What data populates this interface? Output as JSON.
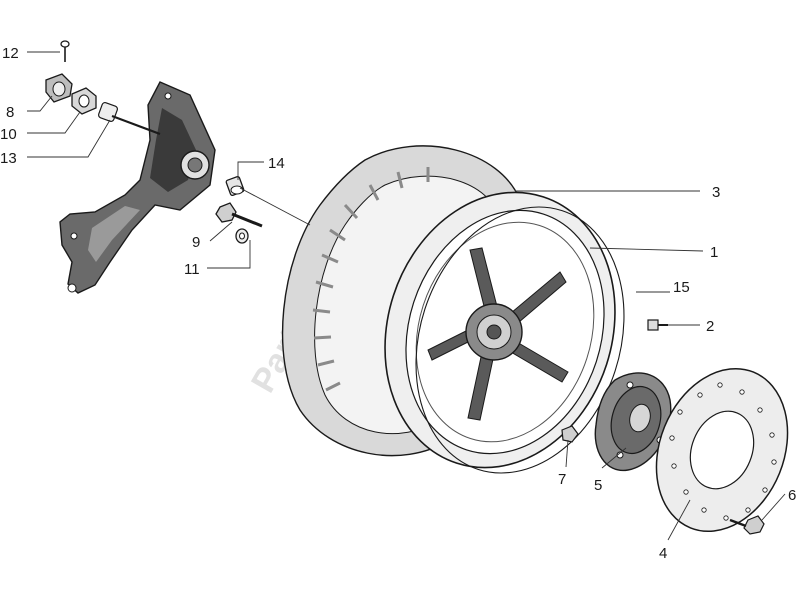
{
  "watermark": "PartsRepublik",
  "callouts": {
    "c1": "1",
    "c2": "2",
    "c3": "3",
    "c4": "4",
    "c5": "5",
    "c6": "6",
    "c7": "7",
    "c8": "8",
    "c9": "9",
    "c10": "10",
    "c11": "11",
    "c12": "12",
    "c13": "13",
    "c14": "14",
    "c15": "15"
  },
  "icons": {
    "parts": [
      "wheel-rim",
      "tire",
      "tube-ring",
      "brake-disc",
      "hub-flange",
      "swing-arm",
      "nut",
      "washer",
      "bolt",
      "spacer",
      "cotter-pin",
      "castle-nut",
      "axle",
      "valve"
    ]
  }
}
